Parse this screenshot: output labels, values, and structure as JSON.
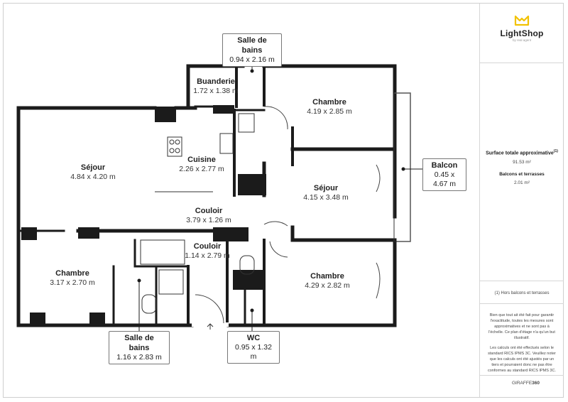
{
  "rooms": [
    {
      "id": "salle-de-bains-1",
      "name": "Salle de bains",
      "dims": "0.94 x 2.16 m"
    },
    {
      "id": "buanderie",
      "name": "Buanderie",
      "dims": "1.72 x 1.38 m"
    },
    {
      "id": "chambre-1",
      "name": "Chambre",
      "dims": "4.19 x 2.85 m"
    },
    {
      "id": "sejour-1",
      "name": "Séjour",
      "dims": "4.84 x 4.20 m"
    },
    {
      "id": "cuisine",
      "name": "Cuisine",
      "dims": "2.26 x 2.77 m"
    },
    {
      "id": "balcon",
      "name": "Balcon",
      "dims": "0.45 x 4.67 m"
    },
    {
      "id": "sejour-2",
      "name": "Séjour",
      "dims": "4.15 x 3.48 m"
    },
    {
      "id": "couloir-1",
      "name": "Couloir",
      "dims": "3.79 x 1.26 m"
    },
    {
      "id": "couloir-2",
      "name": "Couloir",
      "dims": "1.14 x 2.79 m"
    },
    {
      "id": "chambre-2",
      "name": "Chambre",
      "dims": "3.17 x 2.70 m"
    },
    {
      "id": "chambre-3",
      "name": "Chambre",
      "dims": "4.29 x 2.82 m"
    },
    {
      "id": "salle-de-bains-2",
      "name": "Salle de bains",
      "dims": "1.16 x 2.83 m"
    },
    {
      "id": "wc",
      "name": "WC",
      "dims": "0.95 x 1.32 m"
    }
  ],
  "sidebar": {
    "brand_name": "LightShop",
    "brand_tagline": "by real agent",
    "surface_label": "Surface totale approximative",
    "surface_sup": "(1)",
    "surface_value": "91.53 m²",
    "balcony_label": "Balcons et terrasses",
    "balcony_value": "2.01 m²",
    "footnote": "(1) Hors balcons et terrasses",
    "disclaimer_1": "Bien que tout ait été fait pour garantir l'exactitude, toutes les mesures sont approximatives et ne sont pas à l'échelle. Ce plan d'étage n'a qu'un but illustratif.",
    "disclaimer_2": "Les calculs ont été effectués selon le standard RICS IPMS 3C. Veuillez noter que les calculs ont été ajustés par un tiers et pourraient donc ne pas être conformes au standard RICS IPMS 3C.",
    "credit_a": "GIRAFFE",
    "credit_b": "360"
  },
  "colors": {
    "wall": "#1b1b1b",
    "frame": "#cfcfcf",
    "logo": "#f2c200",
    "text": "#222222"
  }
}
